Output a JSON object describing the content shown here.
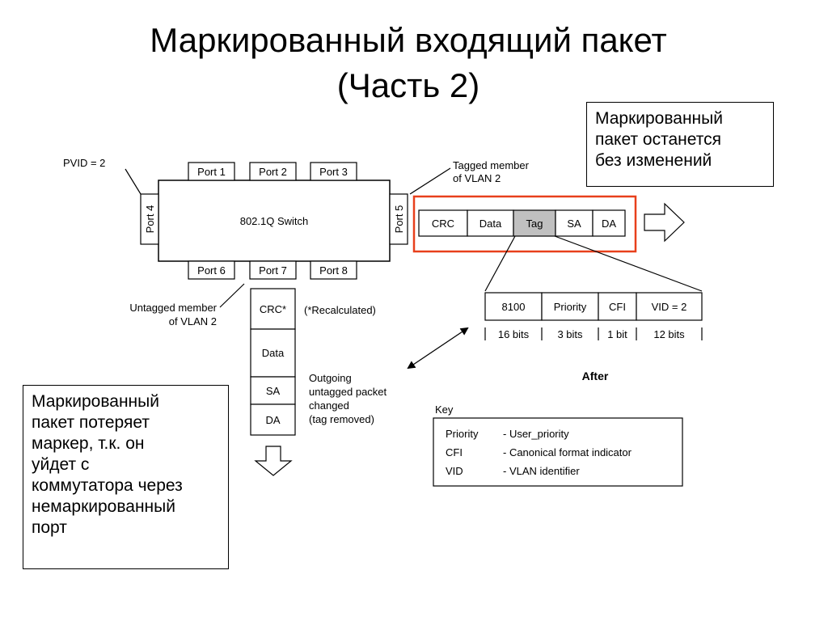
{
  "title": {
    "line1": "Маркированный входящий пакет",
    "line2": "(Часть 2)"
  },
  "note_right": {
    "lines": [
      "Маркированный",
      "пакет останется",
      "без изменений"
    ]
  },
  "note_left": {
    "lines": [
      "Маркированный",
      "пакет потеряет",
      "маркер, т.к. он",
      "уйдет с",
      "коммутатора через",
      "немаркированный",
      "порт"
    ]
  },
  "diagram": {
    "pvid": "PVID = 2",
    "switch_label": "802.1Q Switch",
    "ports": {
      "port1": "Port 1",
      "port2": "Port 2",
      "port3": "Port 3",
      "port4": "Port 4",
      "port5": "Port 5",
      "port6": "Port 6",
      "port7": "Port 7",
      "port8": "Port 8"
    },
    "tagged_member": [
      "Tagged member",
      "of VLAN 2"
    ],
    "untagged_member": [
      "Untagged member",
      "of VLAN 2"
    ],
    "tagged_packet": [
      "CRC",
      "Data",
      "Tag",
      "SA",
      "DA"
    ],
    "tag_fields": [
      "8100",
      "Priority",
      "CFI",
      "VID = 2"
    ],
    "tag_bits": [
      "16 bits",
      "3 bits",
      "1 bit",
      "12 bits"
    ],
    "after_label": "After",
    "untagged_packet": [
      "CRC*",
      "Data",
      "SA",
      "DA"
    ],
    "recalculated": "(*Recalculated)",
    "outgoing": [
      "Outgoing",
      "untagged packet",
      "changed",
      "(tag removed)"
    ],
    "key": {
      "title": "Key",
      "rows": [
        {
          "term": "Priority",
          "desc": "- User_priority"
        },
        {
          "term": "CFI",
          "desc": "- Canonical format indicator"
        },
        {
          "term": "VID",
          "desc": "- VLAN identifier"
        }
      ]
    }
  },
  "colors": {
    "highlight_border": "#e8401c",
    "tag_fill": "#c0c0c0"
  }
}
